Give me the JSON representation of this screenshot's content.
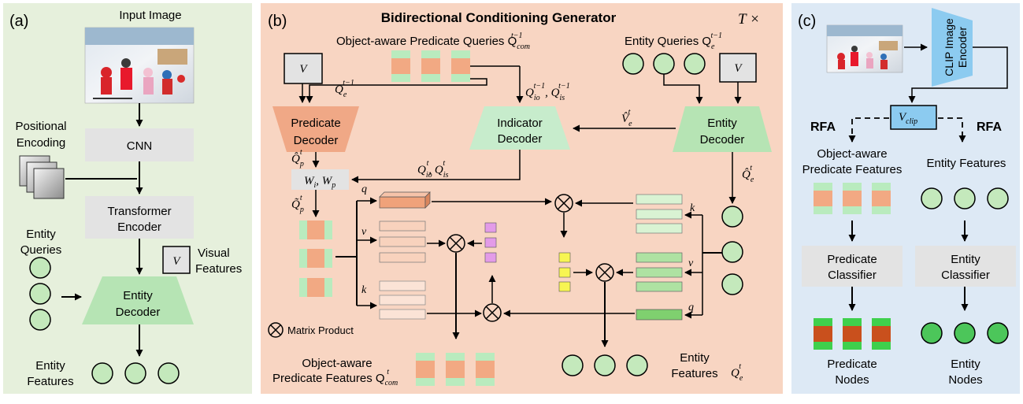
{
  "panels": {
    "a": {
      "tag": "(a)",
      "input_image": "Input Image",
      "positional_encoding": [
        "Positional",
        "Encoding"
      ],
      "cnn": "CNN",
      "transformer_encoder": [
        "Transformer",
        "Encoder"
      ],
      "entity_queries": [
        "Entity",
        "Queries"
      ],
      "v_symbol": "V",
      "visual_features": [
        "Visual",
        "Features"
      ],
      "entity_decoder": [
        "Entity",
        "Decoder"
      ],
      "entity_features": [
        "Entity",
        "Features"
      ]
    },
    "b": {
      "tag": "(b)",
      "title": "Bidirectional Conditioning Generator",
      "repeat": "T ×",
      "obj_pred_queries": "Object-aware Predicate Queries Q",
      "obj_pred_queries_sub": "com",
      "obj_pred_queries_sup": "t−1",
      "entity_queries": "Entity Queries Q",
      "entity_queries_sub": "e",
      "entity_queries_sup": "t−1",
      "v_symbol": "V",
      "qe_prev": "Q",
      "qe_prev_sub": "e",
      "qe_prev_sup": "t−1",
      "qio_prev": "Q",
      "qio_prev_sub": "io",
      "qis_prev_sub": "is",
      "qio_prev_sup": "t−1",
      "predicate_decoder": [
        "Predicate",
        "Decoder"
      ],
      "indicator_decoder": [
        "Indicator",
        "Decoder"
      ],
      "entity_decoder": [
        "Entity",
        "Decoder"
      ],
      "ve_hat": "V̂",
      "ve_hat_sub": "e",
      "ve_hat_sup": "t",
      "qp_hat": "Q̂",
      "qp_hat_sub": "p",
      "qp_hat_sup": "t",
      "wi_wp": "W",
      "wi_sub": "i",
      "wp_sub": "p",
      "qio_t": "Q",
      "qio_t_sub": "io",
      "qis_t_sub": "is",
      "qio_t_sup": "t",
      "qe_hat": "Q̂",
      "qe_hat_sub": "e",
      "qe_hat_sup": "t",
      "qp_tilde": "Q̃",
      "qp_tilde_sub": "p",
      "qp_tilde_sup": "t",
      "q_label": "q",
      "v_label": "v",
      "k_label": "k",
      "matrix_product": "Matrix Product",
      "obj_pred_features": [
        "Object-aware",
        "Predicate Features Q"
      ],
      "obj_pred_features_sub": "com",
      "obj_pred_features_sup": "t",
      "entity_features": [
        "Entity",
        "Features"
      ],
      "qe_t": "Q",
      "qe_t_sub": "e",
      "qe_t_sup": "t"
    },
    "c": {
      "tag": "(c)",
      "clip_encoder": [
        "CLIP Image",
        "Encoder"
      ],
      "v_clip": "V",
      "v_clip_sub": "clip",
      "rfa_left": "RFA",
      "rfa_right": "RFA",
      "obj_pred_features": [
        "Object-aware",
        "Predicate Features"
      ],
      "entity_features": "Entity Features",
      "predicate_classifier": [
        "Predicate",
        "Classifier"
      ],
      "entity_classifier": [
        "Entity",
        "Classifier"
      ],
      "predicate_nodes": [
        "Predicate",
        "Nodes"
      ],
      "entity_nodes": [
        "Entity",
        "Nodes"
      ]
    }
  },
  "colors": {
    "panel_a_bg": "#e6f0dc",
    "panel_b_bg": "#f8d5c2",
    "panel_c_bg": "#dde9f5",
    "predicate_decoder": "#f0a886",
    "entity_decoder": "#b6e4b4",
    "indicator_decoder": "#c7eccc",
    "gray_box": "#e3e3e3",
    "circle_fill": "#c4e9bc",
    "circle_fill_dark": "#4cc65a",
    "pred_orange": "#f2a983",
    "pred_green": "#b9ebbe",
    "pred_node_orange": "#c9501d",
    "pred_node_green": "#3fd04c",
    "clip_blue": "#8ccbf0",
    "magenta_cube": "#e39be8",
    "yellow_cube": "#f7f552"
  }
}
